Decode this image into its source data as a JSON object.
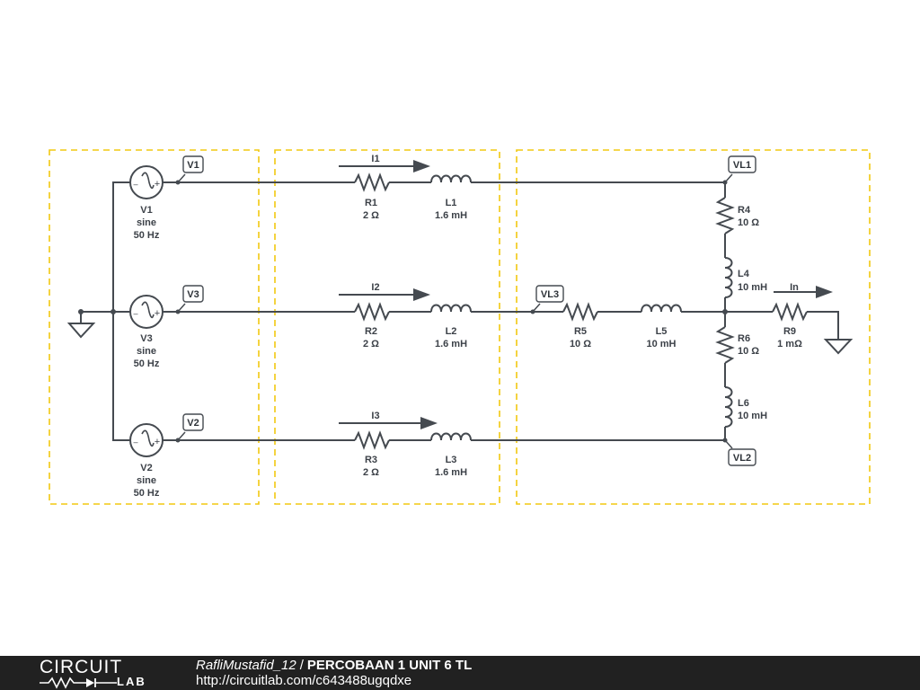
{
  "labels": {
    "V1_name": "V1",
    "V1_type": "sine",
    "V1_freq": "50 Hz",
    "V3_name": "V3",
    "V3_type": "sine",
    "V3_freq": "50 Hz",
    "V2_name": "V2",
    "V2_type": "sine",
    "V2_freq": "50 Hz",
    "R1_name": "R1",
    "R1_value": "2 Ω",
    "R2_name": "R2",
    "R2_value": "2 Ω",
    "R3_name": "R3",
    "R3_value": "2 Ω",
    "L1_name": "L1",
    "L1_value": "1.6 mH",
    "L2_name": "L2",
    "L2_value": "1.6 mH",
    "L3_name": "L3",
    "L3_value": "1.6 mH",
    "R4_name": "R4",
    "R4_value": "10 Ω",
    "L4_name": "L4",
    "L4_value": "10 mH",
    "R5_name": "R5",
    "R5_value": "10 Ω",
    "L5_name": "L5",
    "L5_value": "10 mH",
    "R6_name": "R6",
    "R6_value": "10 Ω",
    "L6_name": "L6",
    "L6_value": "10 mH",
    "R9_name": "R9",
    "R9_value": "1 mΩ",
    "I1": "I1",
    "I2": "I2",
    "I3": "I3",
    "In": "In"
  },
  "tags": {
    "V1": "V1",
    "V3": "V3",
    "V2": "V2",
    "VL1": "VL1",
    "VL3": "VL3",
    "VL2": "VL2"
  },
  "footer": {
    "logo_top": "CIRCUIT",
    "logo_bottom": "LAB",
    "author": "RafliMustafid_12",
    "separator": "/",
    "title": "PERCOBAAN 1 UNIT 6 TL",
    "url": "http://circuitlab.com/c643488ugqdxe"
  },
  "colors": {
    "wire": "#454a50",
    "group_box": "#f2c811",
    "footer_bg": "#212121"
  }
}
